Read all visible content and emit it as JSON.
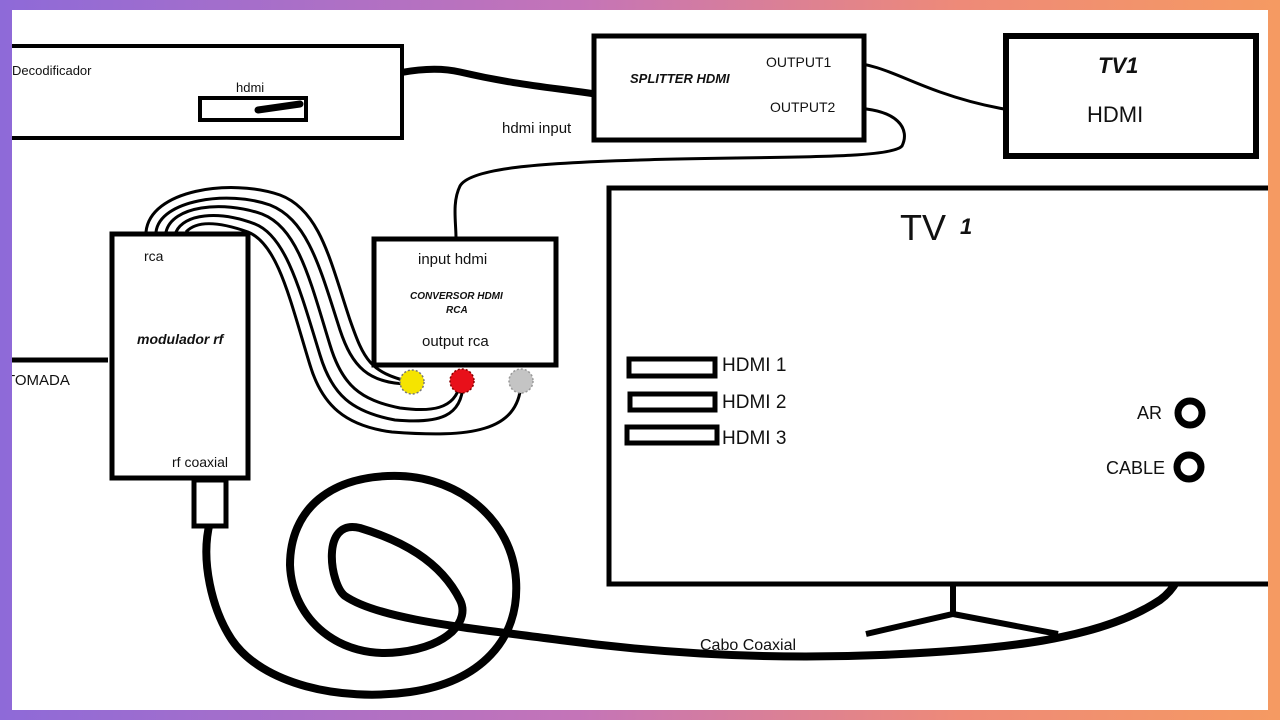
{
  "decoder": {
    "label": "Decodificador",
    "port_label": "hdmi"
  },
  "splitter": {
    "title": "SPLITTER HDMI",
    "input_label": "hdmi input",
    "output1_label": "OUTPUT1",
    "output2_label": "OUTPUT2"
  },
  "tv_small": {
    "title": "TV1",
    "port_label": "HDMI"
  },
  "converter": {
    "input_label": "input hdmi",
    "title_line1": "CONVERSOR HDMI",
    "title_line2": "RCA",
    "output_label": "output rca"
  },
  "modulator": {
    "rca_label": "rca",
    "title": "modulador rf",
    "rf_label": "rf coaxial"
  },
  "outlet_label": "TOMADA",
  "tv_main": {
    "title": "TV",
    "title_number": "1",
    "hdmi_ports": [
      "HDMI 1",
      "HDMI 2",
      "HDMI 3"
    ],
    "ar_label": "AR",
    "cable_label": "CABLE"
  },
  "coax_label": "Cabo Coaxial",
  "colors": {
    "rca_yellow": "#f5e400",
    "rca_red": "#e8101a",
    "rca_white": "#c4c4c4",
    "border_gradient_start": "#8e6ad8",
    "border_gradient_end": "#f59a62"
  }
}
